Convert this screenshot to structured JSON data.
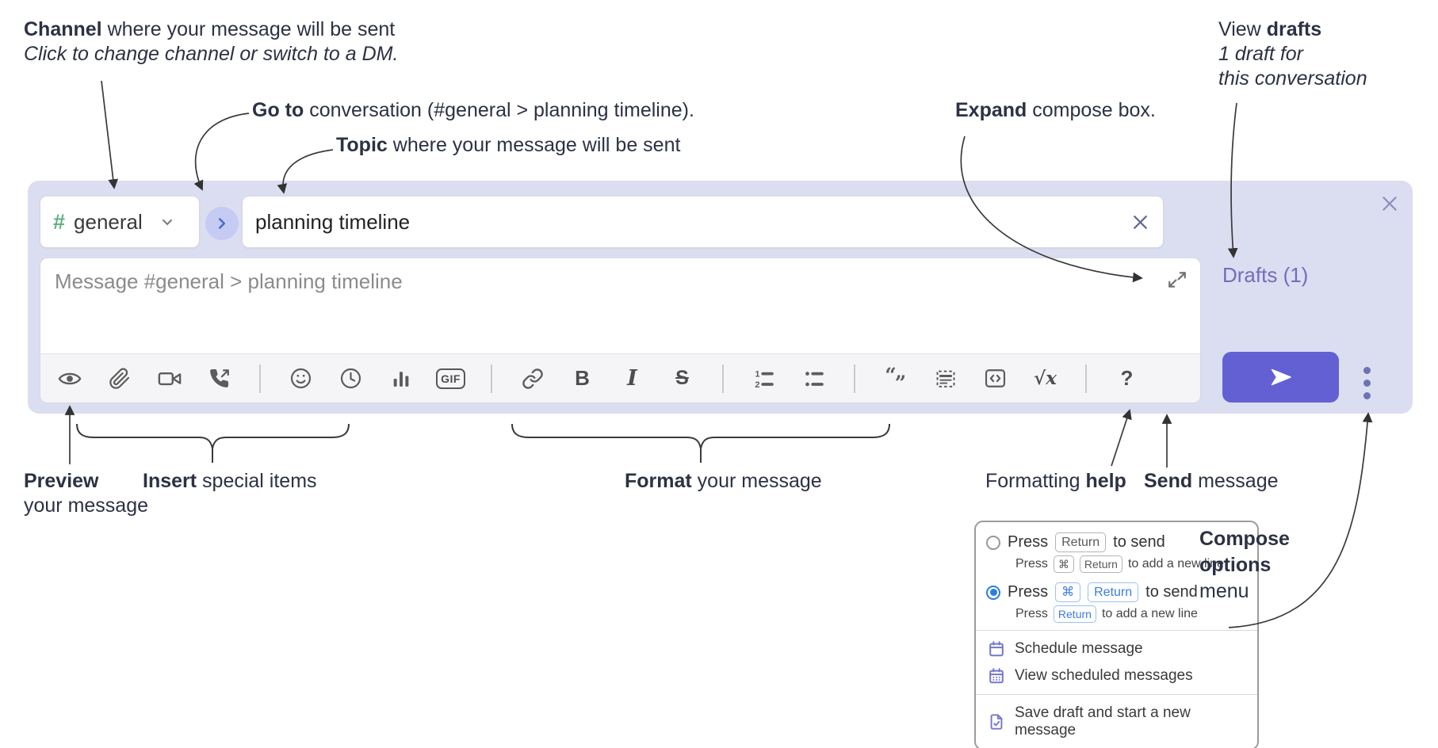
{
  "annotations": {
    "channel": {
      "bold": "Channel",
      "rest": " where your message will be sent",
      "line2": "Click to change channel or switch to a DM."
    },
    "go_to": {
      "bold": "Go to",
      "rest": " conversation (#general > planning timeline)."
    },
    "topic": {
      "bold": "Topic",
      "rest": " where your message will be sent"
    },
    "expand": {
      "bold": "Expand",
      "rest": " compose box."
    },
    "view_drafts": {
      "pre": "View ",
      "bold": "drafts",
      "line2": "1 draft for",
      "line3": "this conversation"
    },
    "preview": {
      "bold": "Preview",
      "line2": "your message"
    },
    "insert": {
      "bold": "Insert",
      "rest": " special items"
    },
    "format": {
      "bold": "Format",
      "rest": " your message"
    },
    "formatting_help": {
      "pre": "Formatting ",
      "bold": "help"
    },
    "send": {
      "bold": "Send",
      "rest": " message"
    },
    "compose_options": {
      "line1": "Compose",
      "line2": "options",
      "line3": "menu"
    }
  },
  "compose": {
    "channel": {
      "hash": "#",
      "name": "general"
    },
    "topic_value": "planning timeline",
    "message_placeholder": "Message #general > planning timeline",
    "drafts_label": "Drafts (1)"
  },
  "toolbar": {
    "icons": [
      "preview-eye",
      "attach-file",
      "video-call",
      "voice-call",
      "add-emoji",
      "schedule",
      "add-poll",
      "add-gif",
      "link",
      "bold",
      "italic",
      "strikethrough",
      "numbered-list",
      "bulleted-list",
      "quote",
      "spoiler",
      "code",
      "math",
      "help"
    ],
    "labels": {
      "gif": "GIF",
      "bold": "B",
      "italic": "I",
      "strikethrough": "S",
      "math": "√x",
      "help": "?"
    }
  },
  "popup": {
    "options": [
      {
        "selected": false,
        "main_pre": "Press",
        "main_key": "Return",
        "main_post": "to send",
        "sub_pre": "Press",
        "sub_key1": "⌘",
        "sub_key2": "Return",
        "sub_post": "to add a new line"
      },
      {
        "selected": true,
        "main_pre": "Press",
        "main_key1": "⌘",
        "main_key2": "Return",
        "main_post": "to send",
        "sub_pre": "Press",
        "sub_key": "Return",
        "sub_post": "to add a new line"
      }
    ],
    "menu_items": [
      {
        "icon": "calendar",
        "label": "Schedule message"
      },
      {
        "icon": "calendar-scheduled",
        "label": "View scheduled messages"
      },
      {
        "icon": "save-draft",
        "label": "Save draft and start a new message"
      }
    ]
  },
  "colors": {
    "compose_bg": "#dbdef1",
    "send_button": "#6360d4",
    "drafts_link": "#706dbd",
    "channel_hash_green": "#63b082",
    "selected_blue": "#2b7de1",
    "menu_icon_purple": "#7477cf",
    "toolbar_icon": "#5c5c5c"
  }
}
